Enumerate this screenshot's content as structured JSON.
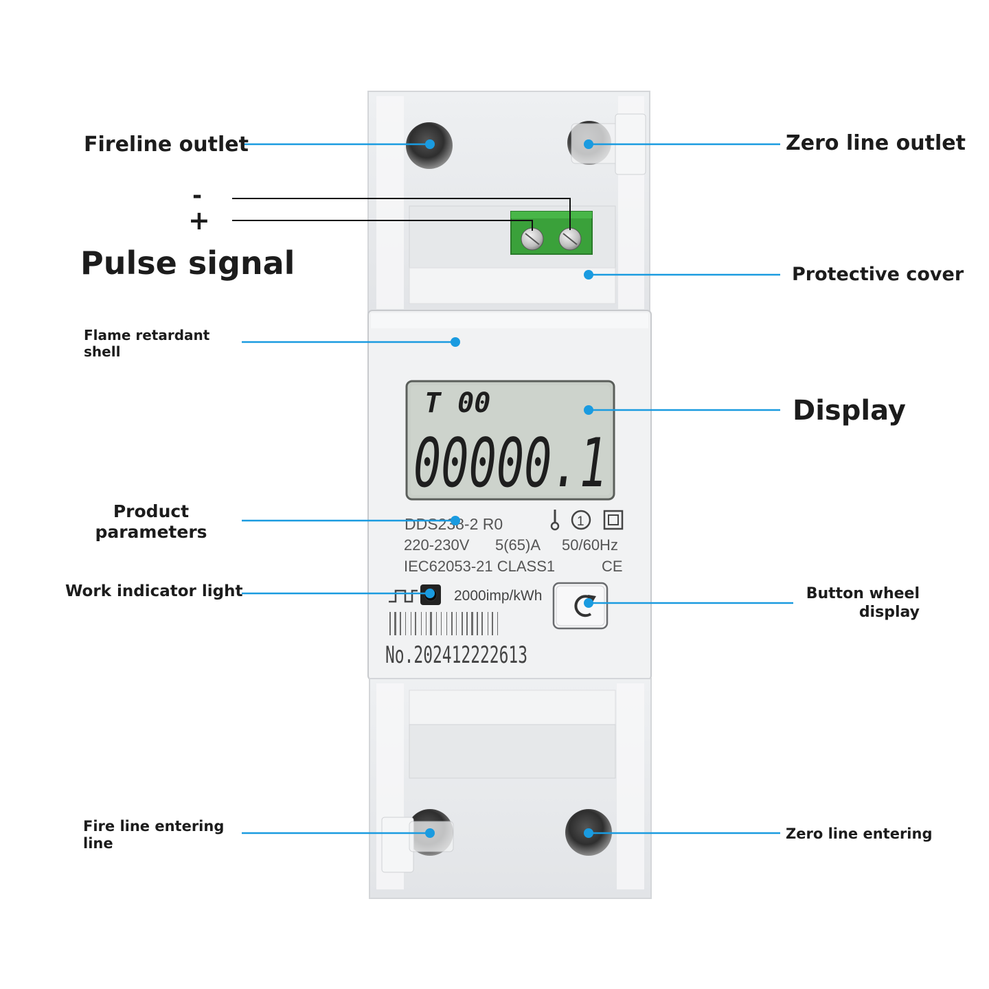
{
  "callouts": {
    "fireline_outlet": "Fireline outlet",
    "zero_line_outlet": "Zero line outlet",
    "pulse_minus": "-",
    "pulse_plus": "+",
    "pulse_signal": "Pulse signal",
    "protective_cover": "Protective cover",
    "flame_retardant_shell": "Flame retardant shell",
    "display": "Display",
    "product_parameters": "Product parameters",
    "work_indicator_light": "Work indicator light",
    "button_wheel_display": "Button wheel display",
    "fire_line_entering": "Fire line entering line",
    "zero_line_entering": "Zero line entering"
  },
  "meter": {
    "lcd_mode": "T 00",
    "lcd_reading": "00000.1",
    "model": "DDS238-2 R0",
    "ratings": {
      "voltage": "220-230V",
      "current": "5(65)A",
      "frequency": "50/60Hz"
    },
    "standard": "IEC62053-21 CLASS1",
    "ce_mark": "CE",
    "class_mark": "1",
    "pulse_constant": "2000imp/kWh",
    "serial": "No.202412222613"
  },
  "colors": {
    "leader_line": "#1a9be0",
    "leader_dot": "#1a9be0",
    "label_text": "#1c1c1c",
    "lcd_background": "#c9cfc8",
    "terminal_green": "#3aa13a",
    "meter_body": "#f1f2f3"
  }
}
